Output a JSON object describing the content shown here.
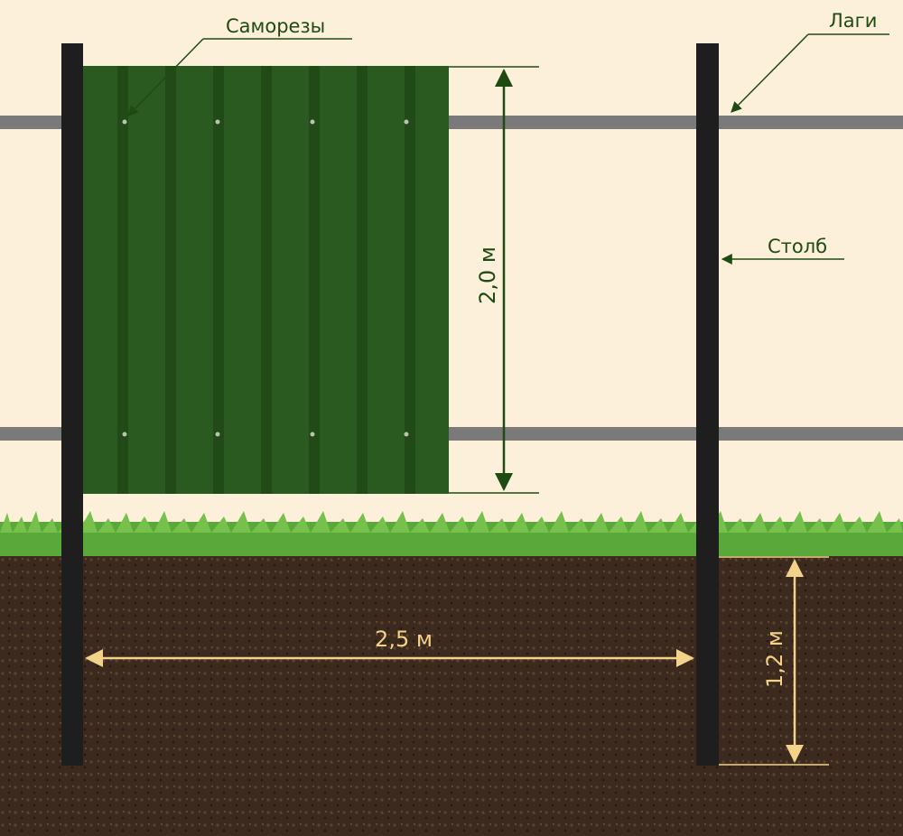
{
  "labels": {
    "screws": "Саморезы",
    "rails": "Лаги",
    "post": "Столб"
  },
  "dimensions": {
    "sheet_height": "2,0 м",
    "post_spacing": "2,5 м",
    "post_depth": "1,2 м"
  },
  "colors": {
    "background": "#fcf0da",
    "sheet": "#2b5a20",
    "post": "#1e1e1e",
    "rail": "#7a7a7a",
    "grass": "#5aa83a",
    "soil": "#3b2a1d",
    "label": "#1f4a14",
    "dimension_soil": "#f3d38a"
  }
}
